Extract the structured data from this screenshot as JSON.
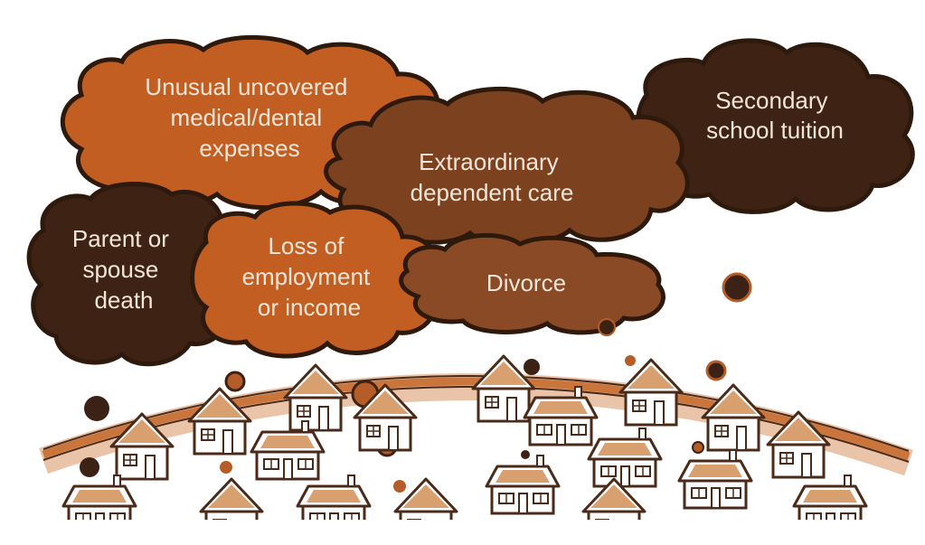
{
  "colors": {
    "background": "#ffffff",
    "cloud_orange": "#c25e21",
    "cloud_rust": "#8a4a25",
    "cloud_brown": "#7c4220",
    "cloud_dark": "#3e2314",
    "cloud_outline": "#2e190d",
    "text_light": "#f3e6d8",
    "ground_band": "#c9753c",
    "house_outline": "#4a2a18",
    "bubble_dark": "#3c2214",
    "bubble_orange": "#b55d28"
  },
  "clouds": {
    "medical": {
      "lines": [
        "Unusual uncovered",
        "medical/dental",
        "expenses"
      ]
    },
    "secondary": {
      "lines": [
        "Secondary",
        "school tuition"
      ]
    },
    "dependent": {
      "lines": [
        "Extraordinary",
        "dependent care"
      ]
    },
    "death": {
      "lines": [
        "Parent or",
        "spouse",
        "death"
      ]
    },
    "employment": {
      "lines": [
        "Loss of",
        "employment",
        "or income"
      ]
    },
    "divorce": {
      "lines": [
        "Divorce"
      ]
    }
  }
}
